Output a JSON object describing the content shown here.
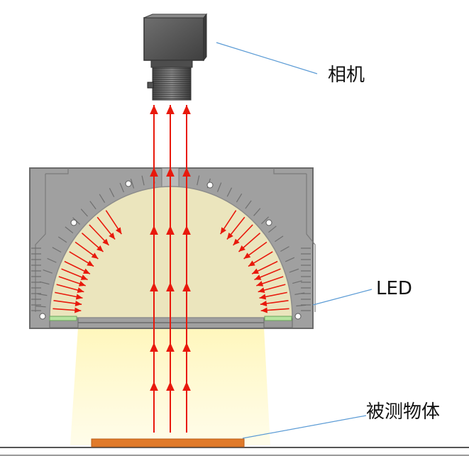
{
  "labels": {
    "camera": "相机",
    "led": "LED",
    "object": "被测物体"
  },
  "colors": {
    "housing": "#9a9a9a",
    "housing_dark": "#5a5a5a",
    "dome_fill": "#ebe5bd",
    "light_beam": "#fff3a8",
    "arrow": "#e8190c",
    "object": "#e07a2a",
    "led_strip": "#b7e4a0",
    "leader_line": "#5b9bd5"
  }
}
